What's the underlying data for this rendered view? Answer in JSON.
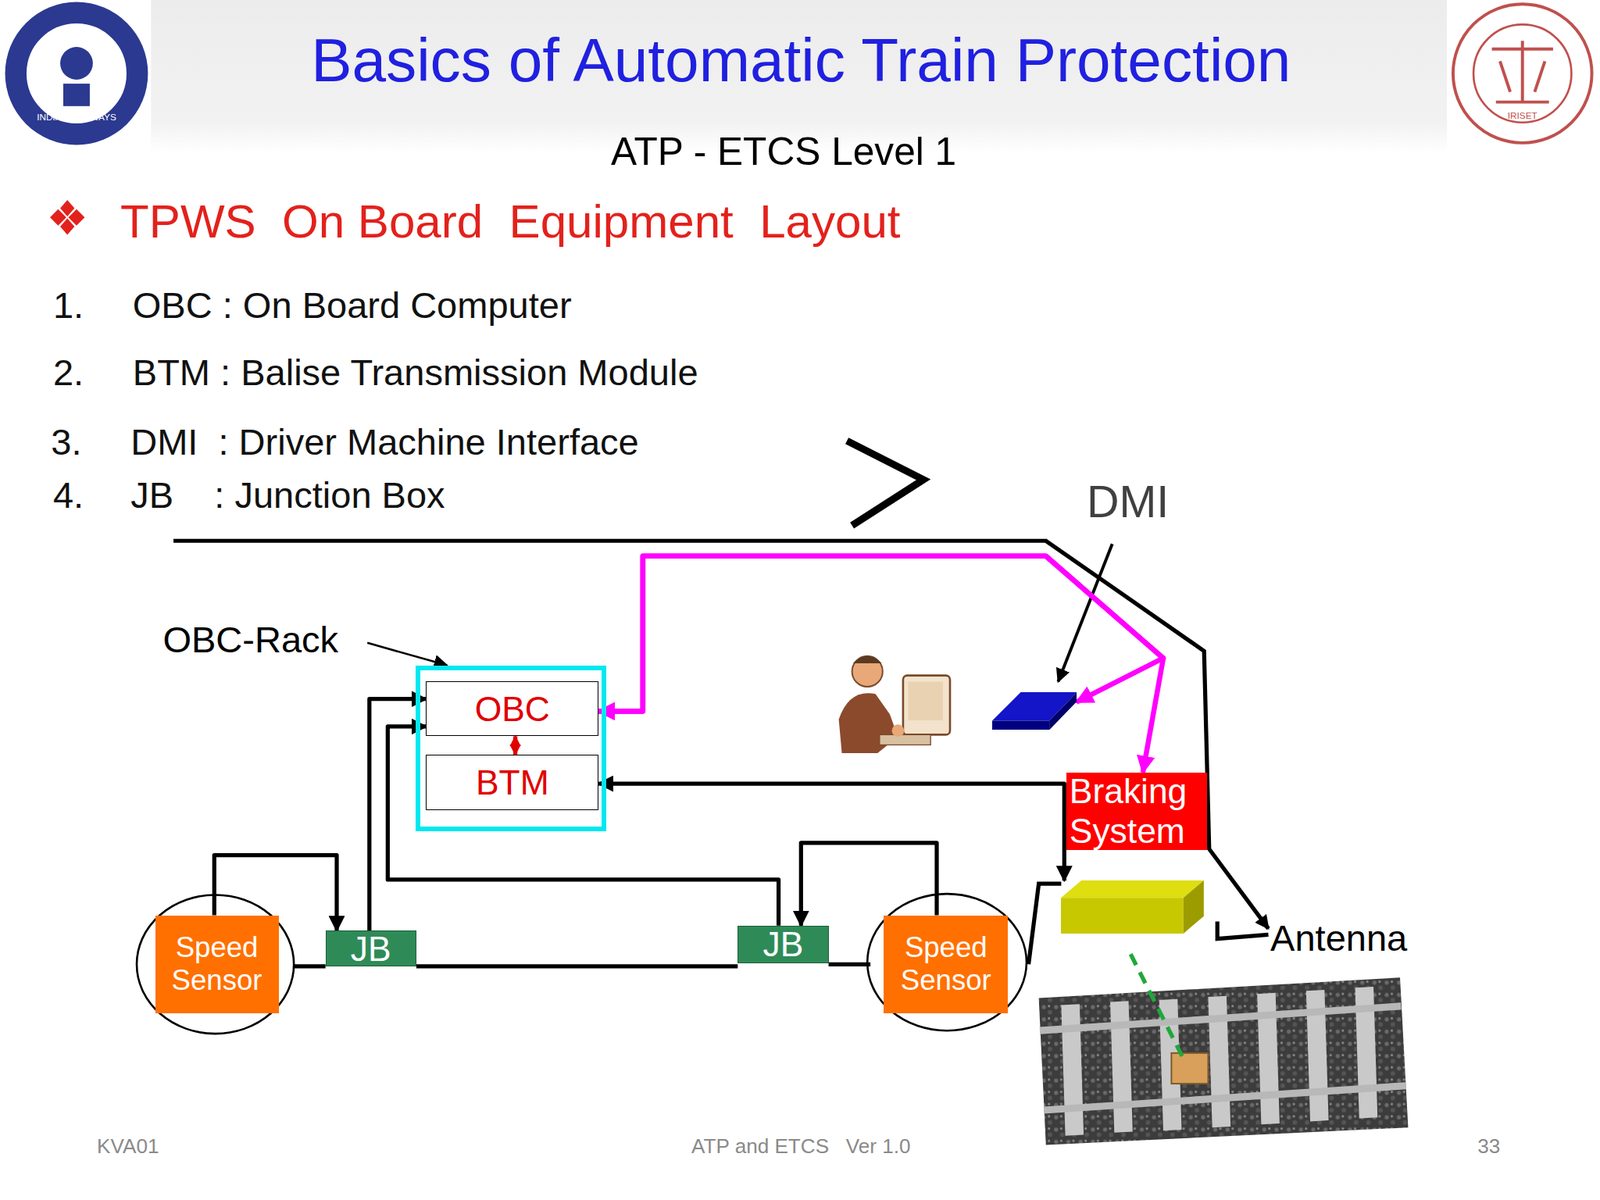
{
  "diagram": {
    "title": "Basics of Automatic Train Protection",
    "nodes": [
      {
        "text": [
          "OBC-Rack"
        ]
      },
      {
        "text": [
          "OBC"
        ],
        "in": 0
      },
      {
        "text": [
          "BTM"
        ],
        "in": 0
      },
      {
        "text": [
          "Speed Sensor"
        ]
      },
      {
        "text": [
          "JB"
        ]
      },
      {
        "text": [
          "JB"
        ]
      },
      {
        "text": [
          "Speed Sensor"
        ]
      },
      {
        "text": [
          "DMI"
        ]
      },
      {
        "text": [
          "Braking System"
        ]
      },
      {
        "text": [
          "Antenna"
        ]
      }
    ],
    "edges": [
      {
        "from": 3,
        "to": 4,
        "arrow": "to"
      },
      {
        "from": 4,
        "to": 1,
        "arrow": "to"
      },
      {
        "from": 5,
        "to": 1,
        "arrow": "to"
      },
      {
        "from": 6,
        "to": 5,
        "arrow": "to"
      },
      {
        "from": 1,
        "to": 2,
        "arrow": "both"
      },
      {
        "from": 9,
        "to": 2,
        "arrow": "both"
      },
      {
        "from": 1,
        "to": 7,
        "arrow": "both"
      },
      {
        "from": 1,
        "to": 8,
        "arrow": "both"
      }
    ],
    "labels": [
      "ATP - ETCS Level 1",
      "TPWS  On Board  Equipment  Layout",
      "1.",
      "OBC : On Board Computer",
      "2.",
      "BTM : Balise Transmission Module",
      "3.",
      "DMI  : Driver Machine Interface",
      "4.",
      "JB    : Junction Box",
      "KVA01",
      "ATP and ETCS   Ver 1.0",
      "33",
      "INDIAN RAILWAYS",
      "IRISET"
    ]
  }
}
